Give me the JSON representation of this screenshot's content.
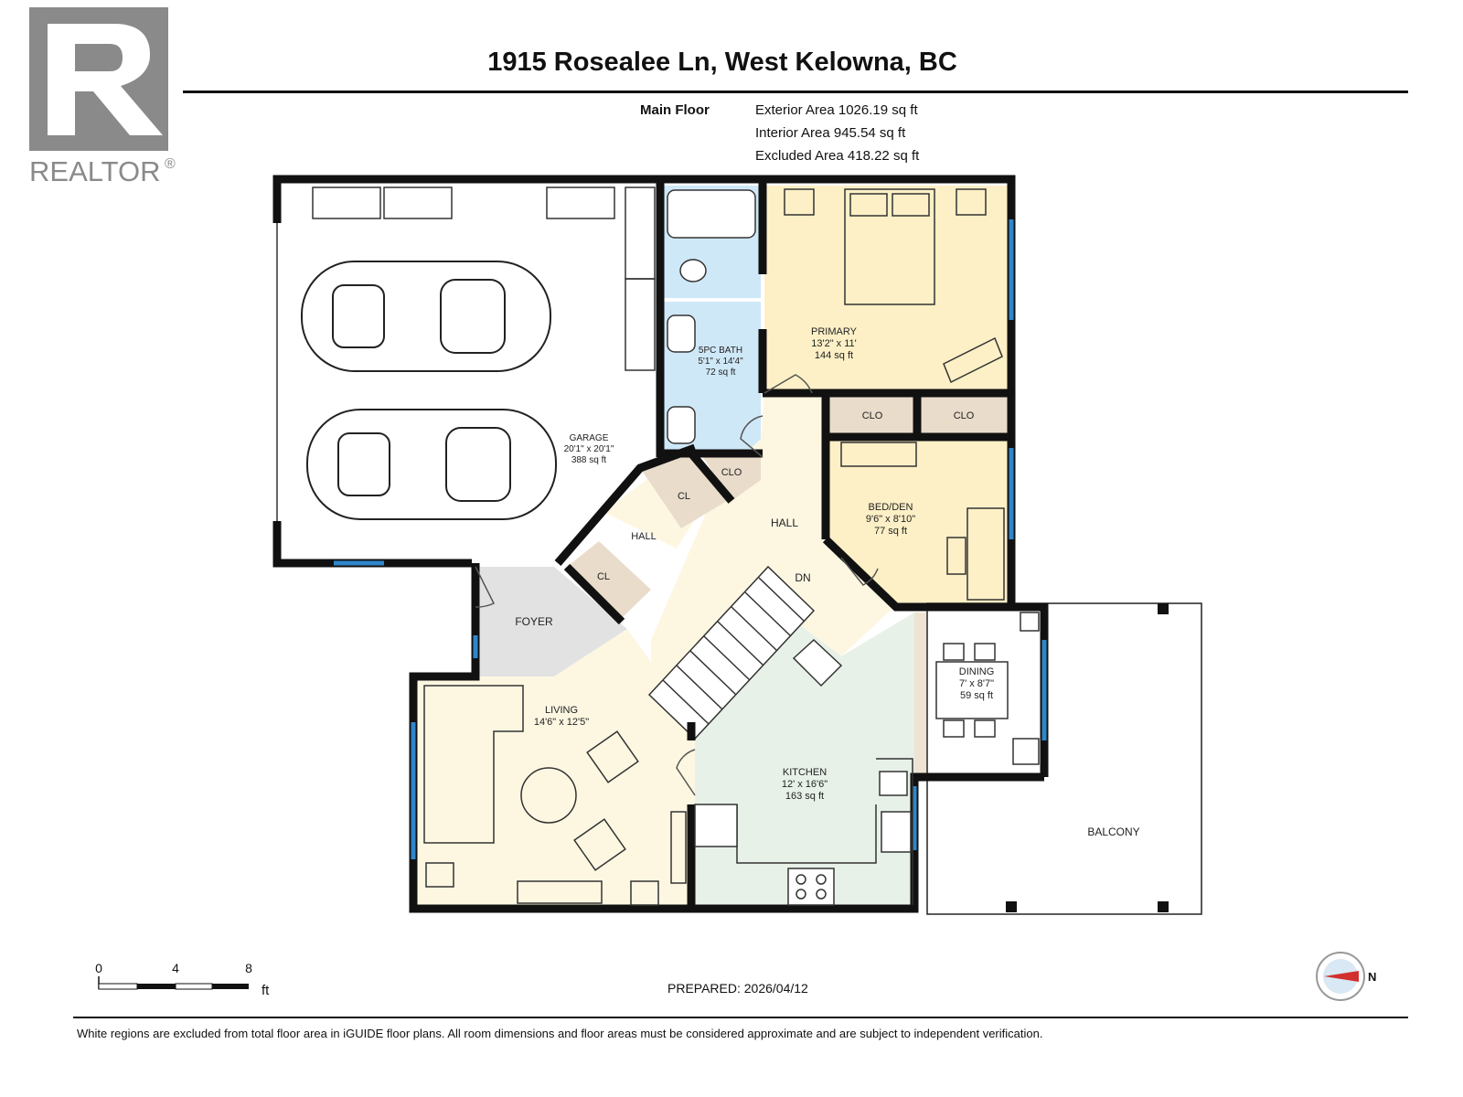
{
  "brand": {
    "name": "REALTOR",
    "mark": "®",
    "color": "#8a8a8a"
  },
  "title": "1915 Rosealee Ln, West Kelowna, BC",
  "floor": {
    "label": "Main Floor",
    "exterior": "Exterior Area 1026.19 sq ft",
    "interior": "Interior Area 945.54 sq ft",
    "excluded": "Excluded Area 418.22 sq ft"
  },
  "rooms": {
    "garage": {
      "name": "GARAGE",
      "dims": "20'1\" x 20'1\"",
      "area": "388 sq ft"
    },
    "bath": {
      "name": "5PC BATH",
      "dims": "5'1\" x 14'4\"",
      "area": "72 sq ft"
    },
    "primary": {
      "name": "PRIMARY",
      "dims": "13'2\" x 11'",
      "area": "144 sq ft"
    },
    "clo1": "CLO",
    "clo2": "CLO",
    "clo3": "CLO",
    "bed": {
      "name": "BED/DEN",
      "dims": "9'6\" x 8'10\"",
      "area": "77 sq ft"
    },
    "cl1": "CL",
    "cl2": "CL",
    "hall1": "HALL",
    "hall2": "HALL",
    "dn": "DN",
    "foyer": "FOYER",
    "living": {
      "name": "LIVING",
      "dims": "14'6\" x 12'5\""
    },
    "dining": {
      "name": "DINING",
      "dims": "7' x 8'7\"",
      "area": "59 sq ft"
    },
    "kitchen": {
      "name": "KITCHEN",
      "dims": "12' x 16'6\"",
      "area": "163 sq ft"
    },
    "balcony": "BALCONY"
  },
  "colors": {
    "wall": "#111111",
    "window": "#2f86c9",
    "garage": "#ffffff",
    "bath": "#cfe8f7",
    "bedroom": "#fdf0c6",
    "closet": "#e9dccb",
    "hall": "#fdf7e2",
    "foyer": "#e2e2e2",
    "dining": "#efe3d3",
    "kitchen": "#e7f1e8"
  },
  "scale": {
    "ticks": [
      "0",
      "4",
      "8"
    ],
    "unit": "ft"
  },
  "prepared": "PREPARED: 2026/04/12",
  "compass": {
    "label": "N"
  },
  "disclaimer": "White regions are excluded from total floor area in iGUIDE floor plans. All room dimensions and floor areas must be considered approximate and are subject to independent verification."
}
